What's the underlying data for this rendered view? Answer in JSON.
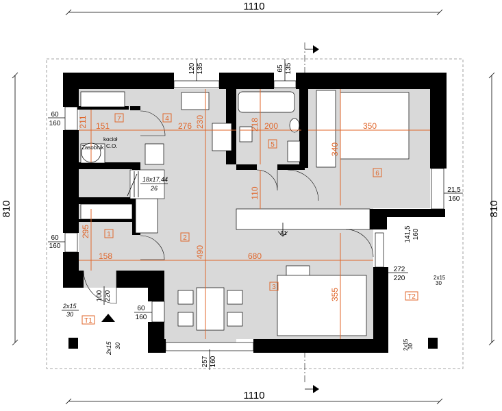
{
  "dims": {
    "top_width": "1110",
    "bottom_width": "1110",
    "left_height": "810",
    "right_height": "810"
  },
  "windows": {
    "w_top1_a": "120",
    "w_top1_b": "135",
    "w_top2_a": "65",
    "w_top2_b": "135",
    "w_left1_a": "60",
    "w_left1_b": "160",
    "w_left2_a": "60",
    "w_left2_b": "160",
    "w_left3_a": "60",
    "w_left3_b": "160",
    "w_right_a": "21,5",
    "w_right_b": "160",
    "w_right2_a": "141,5",
    "w_door_a": "272",
    "w_door_b": "220",
    "w_bottom_a": "257",
    "w_bottom_b": "160",
    "w_entry_a": "100",
    "w_entry_b": "220"
  },
  "inner_dims": {
    "d211": "211",
    "d151": "151",
    "d276": "276",
    "d230": "230",
    "d218": "218",
    "d200": "200",
    "d350": "350",
    "d340": "340",
    "d110": "110",
    "d295": "295",
    "d158": "158",
    "d490": "490",
    "d680": "680",
    "d355": "355"
  },
  "rooms": {
    "r1": "1",
    "r2": "2",
    "r3": "3",
    "r4": "4",
    "r5": "5",
    "r6": "6",
    "r7": "7",
    "t1": "T1",
    "t2": "T2"
  },
  "labels": {
    "boiler_1": "kocioł",
    "boiler_2": "C.O.",
    "tank": "Zasobnik",
    "stairs_1": "18x17,44",
    "stairs_2": "26",
    "section": "A1",
    "slope_1a": "2x15",
    "slope_1b": "30",
    "slope_2a": "2x15",
    "slope_2b": "30",
    "slope_3a": "2x15",
    "slope_3b": "30",
    "slope_4a": "2x15",
    "slope_4b": "30"
  },
  "colors": {
    "dimension_orange": "#e0662a",
    "floor_grey": "#d9d9d9",
    "wall_black": "#000000"
  }
}
